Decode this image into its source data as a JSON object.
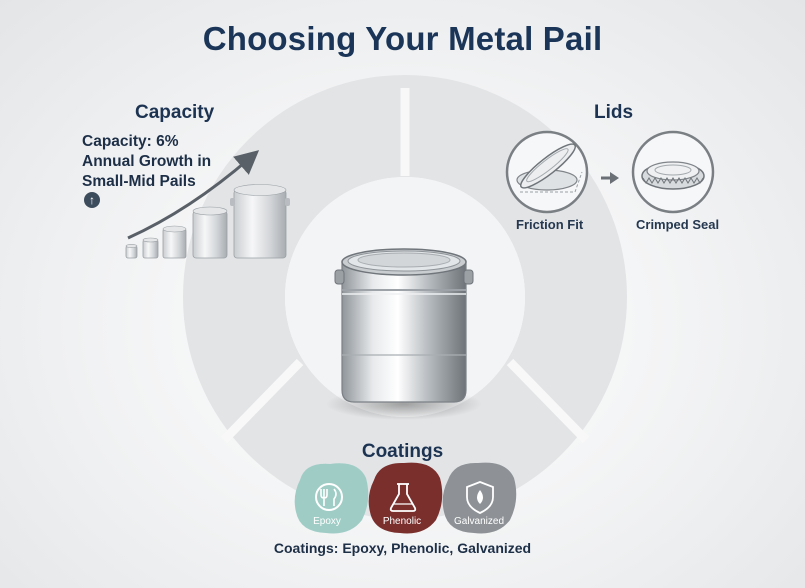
{
  "title": "Choosing Your Metal Pail",
  "capacity": {
    "heading": "Capacity",
    "growth_lines": [
      "Capacity: 6%",
      "Annual Growth in",
      "Small-Mid Pails"
    ],
    "growth_icon": "arrow-up-circle-icon"
  },
  "lids": {
    "heading": "Lids",
    "types": [
      {
        "label": "Friction Fit",
        "icon": "friction-fit-lid-icon"
      },
      {
        "label": "Crimped Seal",
        "icon": "crimped-seal-lid-icon"
      }
    ],
    "arrow_icon": "arrow-right-icon"
  },
  "coatings": {
    "heading": "Coatings",
    "swatches": [
      {
        "label": "Epoxy",
        "icon": "fork-knife-icon",
        "color": "#9fcdc6"
      },
      {
        "label": "Phenolic",
        "icon": "flask-icon",
        "color": "#7a2f2d"
      },
      {
        "label": "Galvanized",
        "icon": "shield-drop-icon",
        "color": "#8e9296"
      }
    ],
    "caption": "Coatings: Epoxy, Phenolic, Galvanized"
  },
  "colors": {
    "title": "#1a3558",
    "ring": "#e1e3e5",
    "ring_divider": "#f7f7f7"
  }
}
